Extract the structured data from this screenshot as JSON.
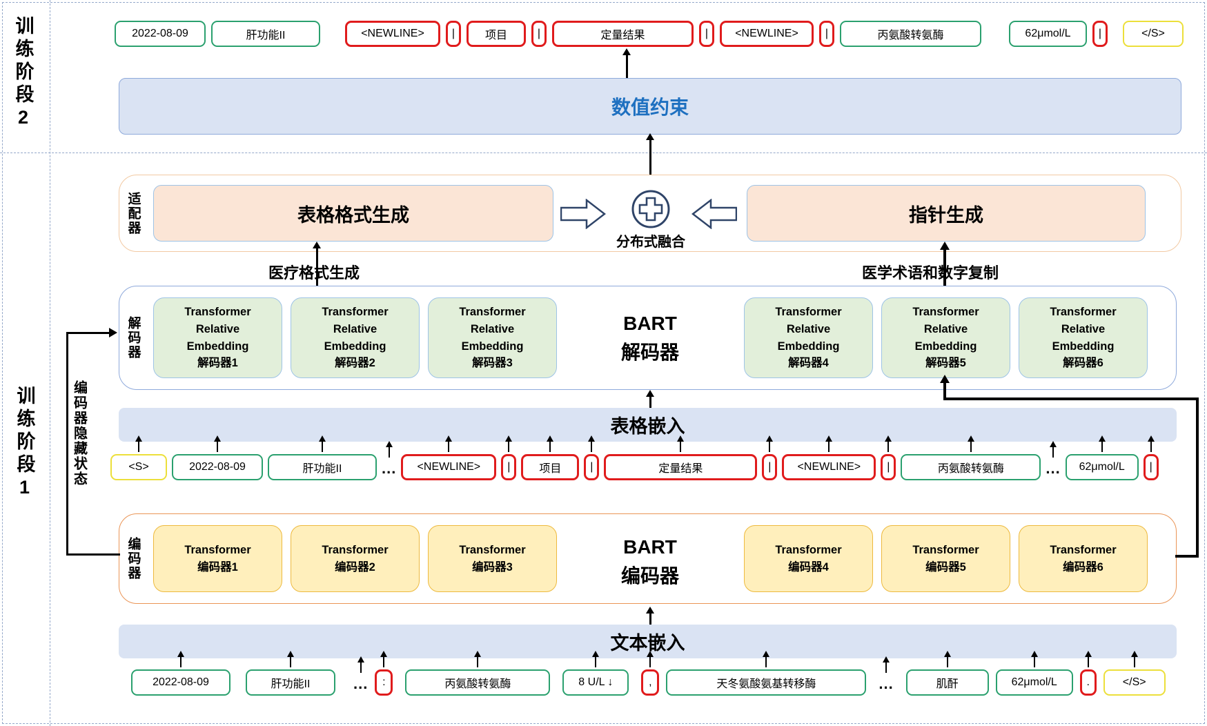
{
  "stages": {
    "stage2": "训练阶段2",
    "stage1": "训练阶段1"
  },
  "top_row": {
    "tokens": [
      {
        "text": "2022-08-09",
        "type": "green"
      },
      {
        "text": "肝功能II",
        "type": "green"
      },
      {
        "text": "<NEWLINE>",
        "type": "red"
      },
      {
        "text": "|",
        "type": "red"
      },
      {
        "text": "项目",
        "type": "red"
      },
      {
        "text": "|",
        "type": "red"
      },
      {
        "text": "定量结果",
        "type": "red"
      },
      {
        "text": "|",
        "type": "red"
      },
      {
        "text": "<NEWLINE>",
        "type": "red"
      },
      {
        "text": "|",
        "type": "red"
      },
      {
        "text": "丙氨酸转氨酶",
        "type": "green"
      },
      {
        "text": "62μmol/L",
        "type": "green"
      },
      {
        "text": "|",
        "type": "red"
      },
      {
        "text": "</S>",
        "type": "yellow"
      }
    ]
  },
  "constraint": {
    "label": "数值约束"
  },
  "adapter": {
    "side_label": "适配器",
    "table_format_label": "表格格式生成",
    "pointer_label": "指针生成",
    "fusion_label": "分布式融合"
  },
  "flow_labels": {
    "medical_format": "医疗格式生成",
    "term_number_copy": "医学术语和数字复制",
    "encoder_hidden_state": "编码器隐藏状态"
  },
  "decoder": {
    "side_label": "解码器",
    "bart_label": "BART\n解码器",
    "boxes": [
      "Transformer\nRelative\nEmbedding\n解码器1",
      "Transformer\nRelative\nEmbedding\n解码器2",
      "Transformer\nRelative\nEmbedding\n解码器3",
      "Transformer\nRelative\nEmbedding\n解码器4",
      "Transformer\nRelative\nEmbedding\n解码器5",
      "Transformer\nRelative\nEmbedding\n解码器6"
    ]
  },
  "embeddings": {
    "table": "表格嵌入",
    "text": "文本嵌入"
  },
  "mid_row": {
    "tokens": [
      {
        "text": "<S>",
        "type": "yellow"
      },
      {
        "text": "2022-08-09",
        "type": "green"
      },
      {
        "text": "肝功能II",
        "type": "green"
      },
      {
        "text": "...",
        "type": "dots"
      },
      {
        "text": "<NEWLINE>",
        "type": "red"
      },
      {
        "text": "|",
        "type": "red"
      },
      {
        "text": "项目",
        "type": "red"
      },
      {
        "text": "|",
        "type": "red"
      },
      {
        "text": "定量结果",
        "type": "red"
      },
      {
        "text": "|",
        "type": "red"
      },
      {
        "text": "<NEWLINE>",
        "type": "red"
      },
      {
        "text": "|",
        "type": "red"
      },
      {
        "text": "丙氨酸转氨酶",
        "type": "green"
      },
      {
        "text": "...",
        "type": "dots"
      },
      {
        "text": "62μmol/L",
        "type": "green"
      },
      {
        "text": "|",
        "type": "red"
      }
    ]
  },
  "encoder": {
    "side_label": "编码器",
    "bart_label": "BART\n编码器",
    "boxes": [
      "Transformer\n编码器1",
      "Transformer\n编码器2",
      "Transformer\n编码器3",
      "Transformer\n编码器4",
      "Transformer\n编码器5",
      "Transformer\n编码器6"
    ]
  },
  "bottom_row": {
    "tokens": [
      {
        "text": "2022-08-09",
        "type": "green"
      },
      {
        "text": "肝功能II",
        "type": "green"
      },
      {
        "text": "...",
        "type": "dots"
      },
      {
        "text": ":",
        "type": "red"
      },
      {
        "text": "丙氨酸转氨酶",
        "type": "green"
      },
      {
        "text": "8 U/L ↓",
        "type": "green"
      },
      {
        "text": ",",
        "type": "red"
      },
      {
        "text": "天冬氨酸氨基转移酶",
        "type": "green"
      },
      {
        "text": "...",
        "type": "dots"
      },
      {
        "text": "肌酐",
        "type": "green"
      },
      {
        "text": "62μmol/L",
        "type": "green"
      },
      {
        "text": ".",
        "type": "red"
      },
      {
        "text": "</S>",
        "type": "yellow"
      }
    ]
  },
  "colors": {
    "token_green_border": "#2aa06e",
    "token_red_border": "#e01b1c",
    "token_yellow_border": "#ecdf3a",
    "constraint_fill": "#dae3f3",
    "constraint_text": "#1e70c0",
    "peach_fill": "#fbe5d6",
    "decoder_box_fill": "#e2efda",
    "encoder_box_fill": "#ffefbc",
    "adapter_border": "#f2c9a2",
    "decoder_border": "#8ea9db",
    "encoder_border": "#ea9455",
    "fusion_icon": "#2f4468"
  }
}
